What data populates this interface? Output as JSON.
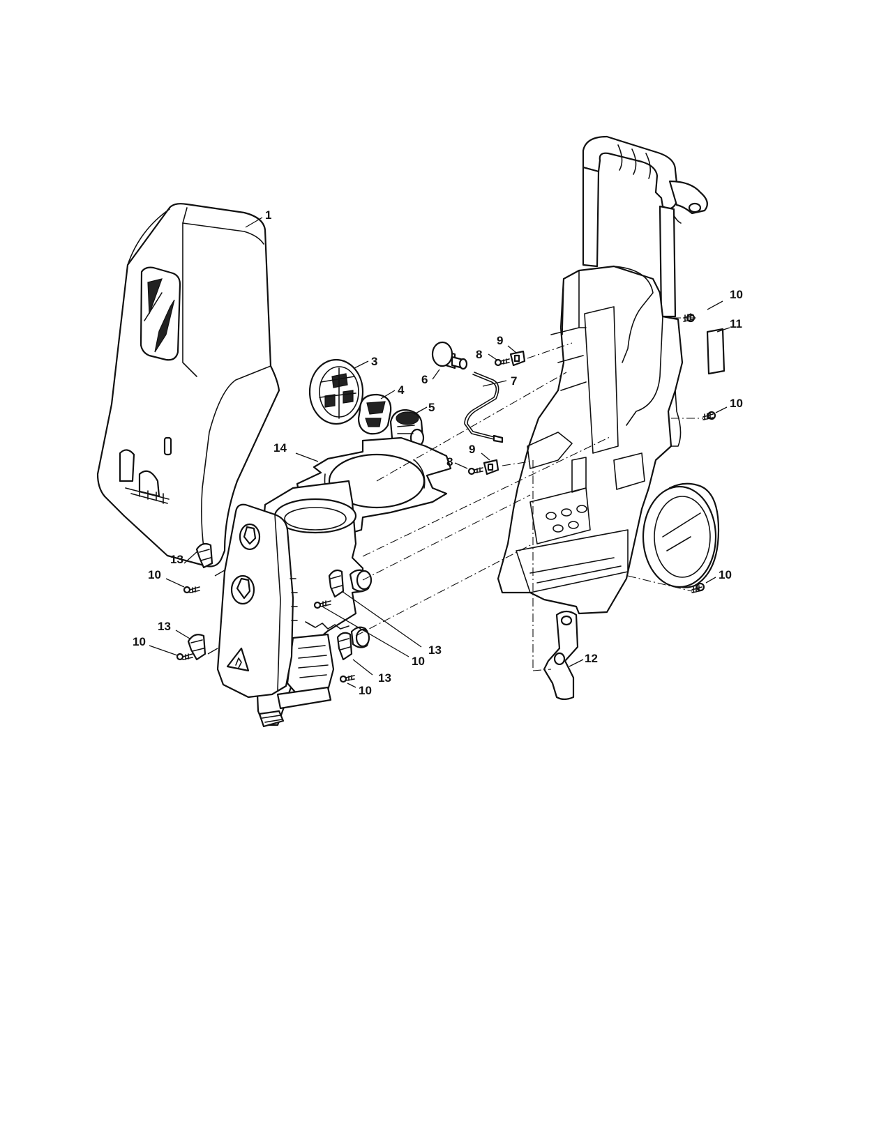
{
  "callouts": [
    "1",
    "3",
    "4",
    "5",
    "6",
    "7",
    "8",
    "9",
    "10",
    "11",
    "12",
    "13",
    "14"
  ]
}
